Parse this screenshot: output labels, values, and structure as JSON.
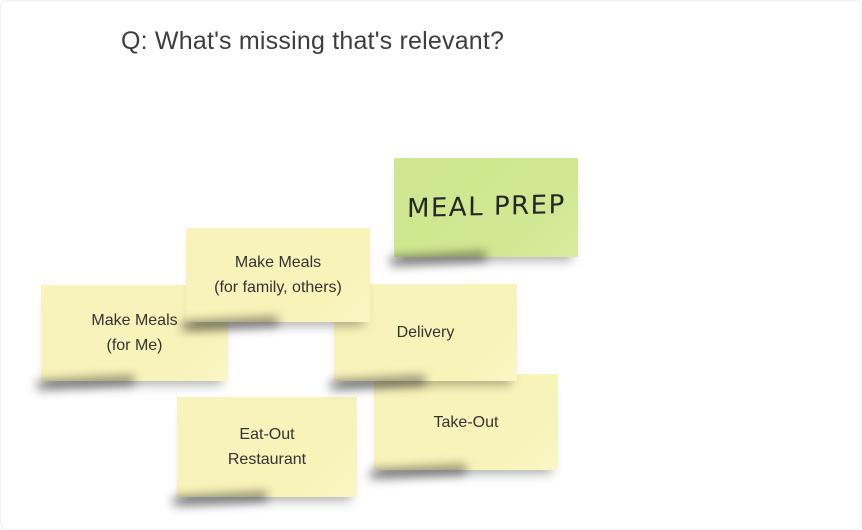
{
  "board": {
    "title": "Q: What's missing that's relevant?"
  },
  "colors": {
    "background": "#ffffff",
    "yellow_note": "#f8f3b9",
    "green_note": "#cfe891",
    "title_text": "#3d3d3d",
    "note_text": "#333333"
  },
  "notes": [
    {
      "id": "meal-prep",
      "color": "#cfe891",
      "lines": [
        "MEAL PREP"
      ]
    },
    {
      "id": "make-meals-family",
      "color": "#f8f3b9",
      "lines": [
        "Make Meals",
        "(for family, others)"
      ]
    },
    {
      "id": "make-meals-me",
      "color": "#f8f3b9",
      "lines": [
        "Make Meals",
        "(for Me)"
      ]
    },
    {
      "id": "delivery",
      "color": "#f8f3b9",
      "lines": [
        "Delivery"
      ]
    },
    {
      "id": "take-out",
      "color": "#f8f3b9",
      "lines": [
        "Take-Out"
      ]
    },
    {
      "id": "eat-out-restaurant",
      "color": "#f8f3b9",
      "lines": [
        "Eat-Out",
        "Restaurant"
      ]
    }
  ]
}
